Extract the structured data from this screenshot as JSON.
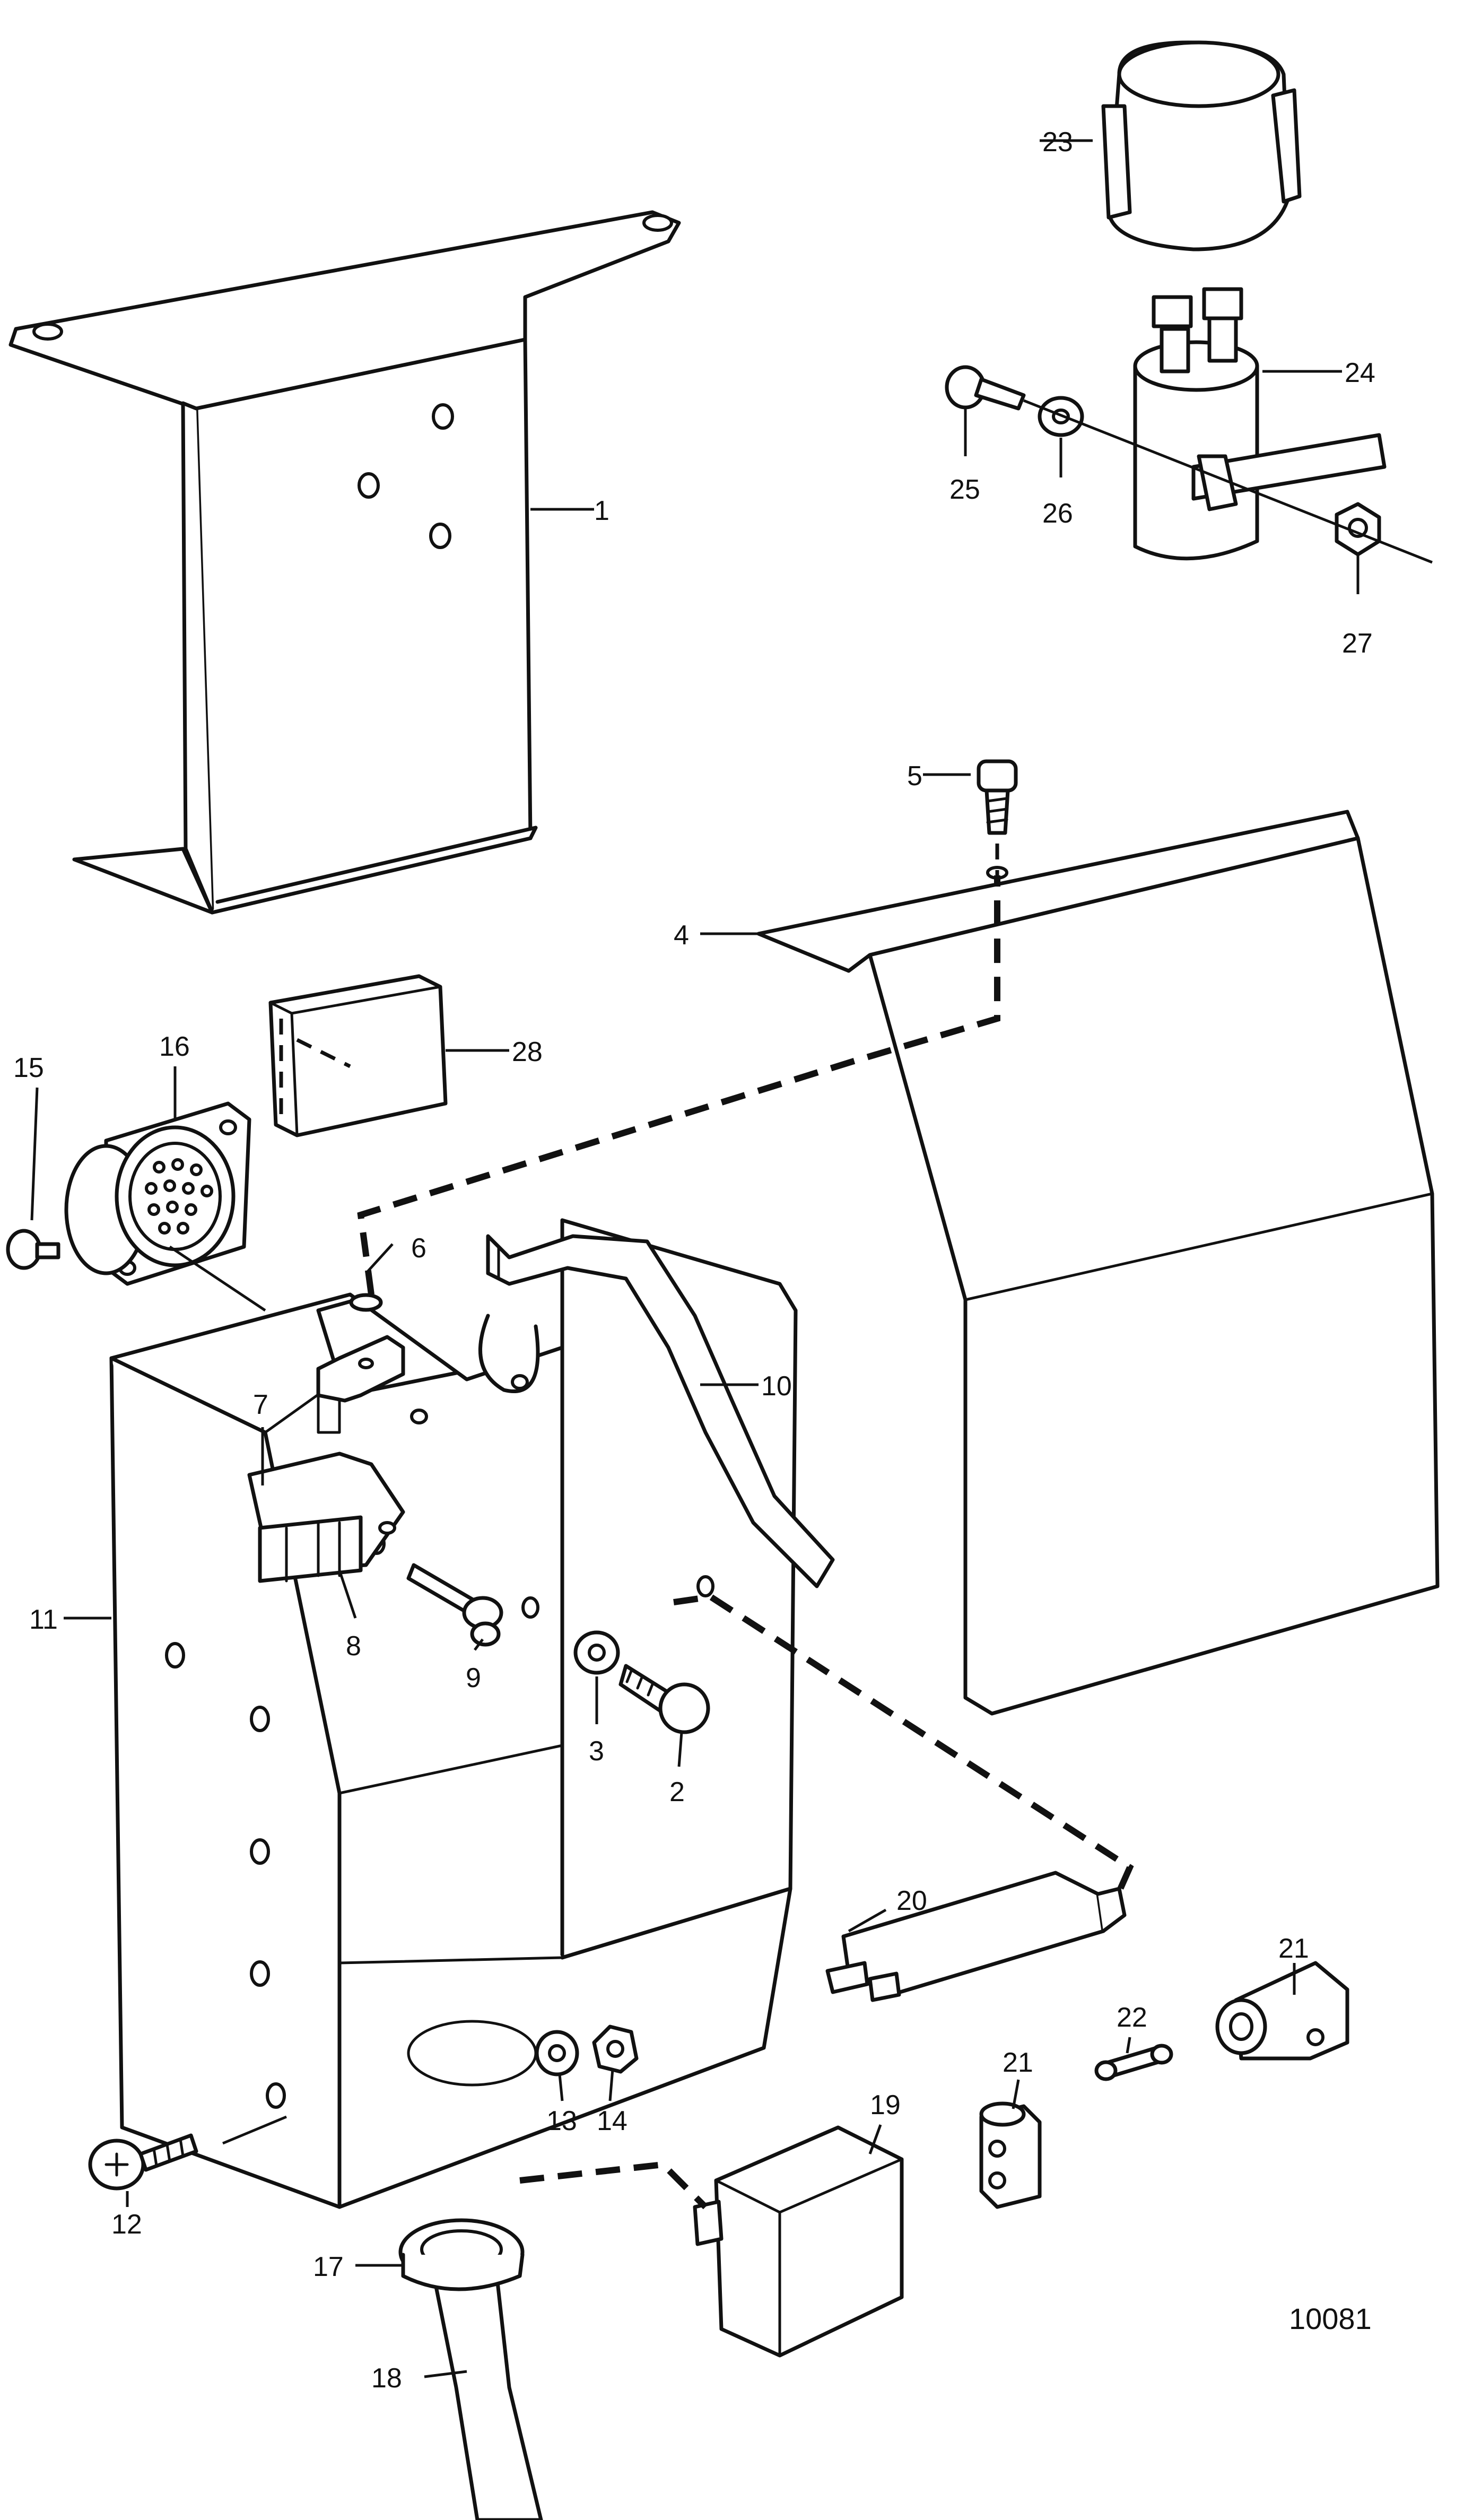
{
  "callouts": [
    "1",
    "2",
    "3",
    "4",
    "5",
    "6",
    "7",
    "8",
    "9",
    "10",
    "11",
    "12",
    "13",
    "14",
    "15",
    "16",
    "17",
    "18",
    "19",
    "20",
    "21",
    "21",
    "22",
    "23",
    "24",
    "25",
    "26",
    "27",
    "28"
  ],
  "figure_number": "10081"
}
